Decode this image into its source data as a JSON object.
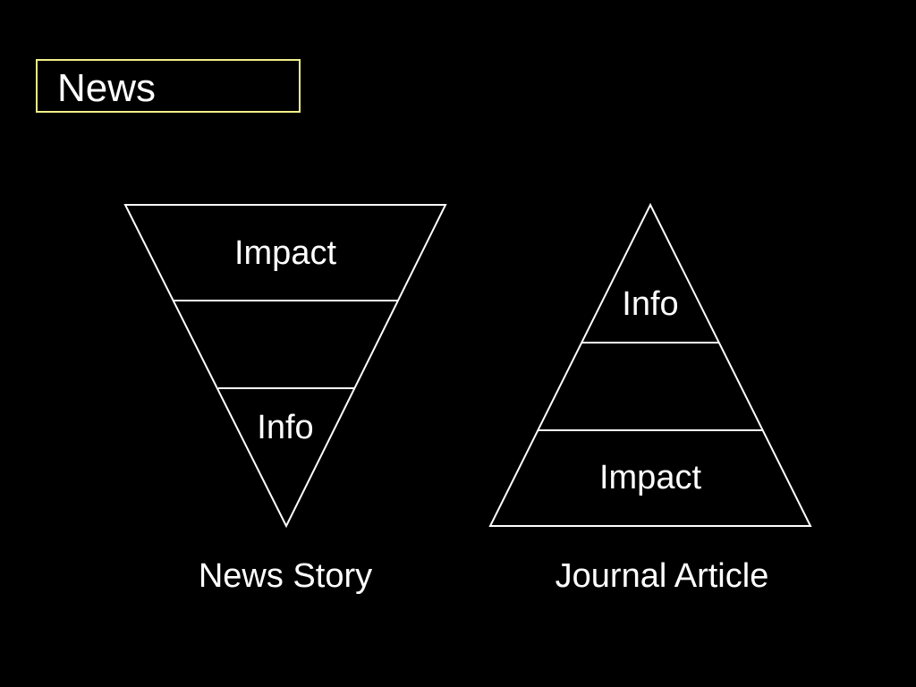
{
  "title": "News",
  "colors": {
    "background": "#000000",
    "foreground": "#ffffff",
    "title_border": "#f2f08a"
  },
  "news_story": {
    "shape": "inverted-triangle",
    "caption": "News Story",
    "top_label": "Impact",
    "bottom_label": "Info"
  },
  "journal_article": {
    "shape": "triangle",
    "caption": "Journal Article",
    "top_label": "Info",
    "bottom_label": "Impact"
  }
}
